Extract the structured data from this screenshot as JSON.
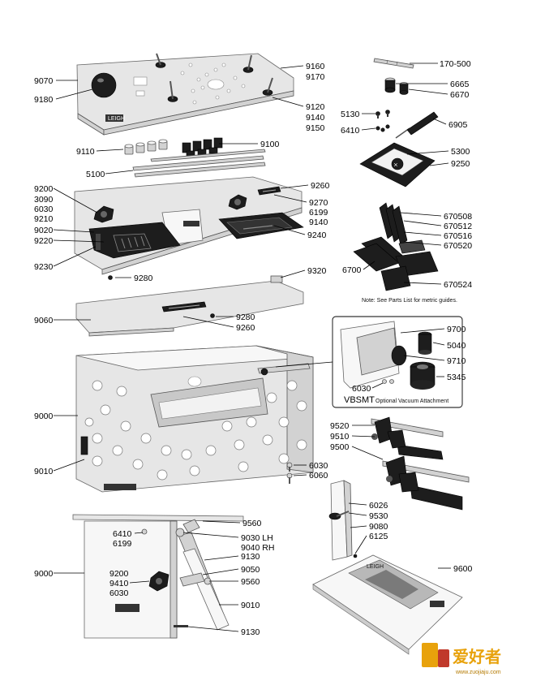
{
  "labels": {
    "l9070": "9070",
    "l9180": "9180",
    "l9160": "9160",
    "l9170": "9170",
    "l9120": "9120",
    "l9140a": "9140",
    "l9150": "9150",
    "l170500": "170-500",
    "l6665": "6665",
    "l6670": "6670",
    "l5130": "5130",
    "l6410a": "6410",
    "l6905": "6905",
    "l9110": "9110",
    "l9100": "9100",
    "l5100": "5100",
    "l5300": "5300",
    "l9250": "9250",
    "l9200a": "9200",
    "l3090": "3090",
    "l6030a": "6030",
    "l9210": "9210",
    "l9020": "9020",
    "l9220": "9220",
    "l9260a": "9260",
    "l9270": "9270",
    "l6199a": "6199",
    "l9140b": "9140",
    "l9240": "9240",
    "l9230": "9230",
    "l9280a": "9280",
    "l670508": "670508",
    "l670512": "670512",
    "l670516": "670516",
    "l670520": "670520",
    "l6700": "6700",
    "l670524": "670524",
    "l9320": "9320",
    "l9060": "9060",
    "l9280b": "9280",
    "l9260b": "9260",
    "l9700": "9700",
    "l5040": "5040",
    "l9710": "9710",
    "l5345": "5345",
    "l6030b": "6030",
    "l9000a": "9000",
    "l9010a": "9010",
    "l6030c": "6030",
    "l6060": "6060",
    "l9520": "9520",
    "l9510": "9510",
    "l9500": "9500",
    "l6026": "6026",
    "l9530": "9530",
    "l9080": "9080",
    "l6125": "6125",
    "l9560a": "9560",
    "l6410b": "6410",
    "l6199b": "6199",
    "l9030": "9030 LH",
    "l9040": "9040 RH",
    "l9130a": "9130",
    "l9000b": "9000",
    "l9050": "9050",
    "l9200b": "9200",
    "l9410": "9410",
    "l6030d": "6030",
    "l9560b": "9560",
    "l9010b": "9010",
    "l9130b": "9130",
    "l9600": "9600"
  },
  "notes": {
    "metric": "Note: See Parts List for metric guides.",
    "vbsmt_code": "VBSMT",
    "vbsmt_desc": "Optional Vacuum Attachment"
  },
  "brand": {
    "logo": "LEIGH",
    "watermark": "爱好者",
    "watermark_url": "www.zuojiaju.com"
  },
  "colors": {
    "metal": "#e6e6e6",
    "dark_part": "#1d1d1d",
    "watermark": "#e8a20c"
  }
}
